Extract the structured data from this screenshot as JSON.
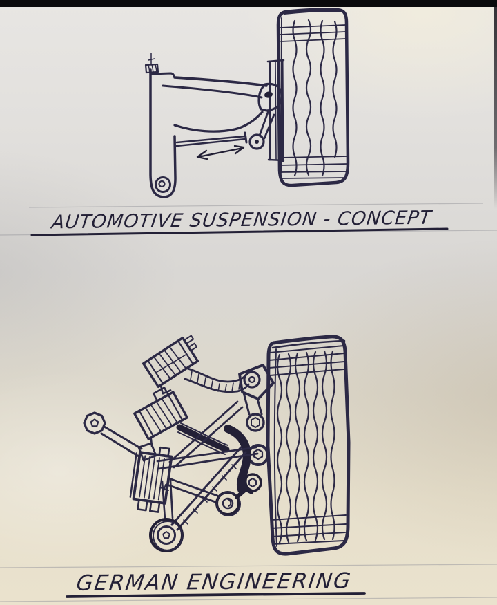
{
  "captions": {
    "top": {
      "text": "AUTOMOTIVE SUSPENSION - CONCEPT"
    },
    "bottom": {
      "text": "GERMAN ENGINEERING"
    }
  },
  "sketches": {
    "top": {
      "name": "simple-suspension-concept-sketch"
    },
    "bottom": {
      "name": "complex-german-suspension-sketch"
    }
  },
  "colors": {
    "ink": "#2c2945",
    "ink-heavy": "#232036",
    "paper-rule": "#9b9aa0",
    "photo-bar": "#0a0a0c"
  }
}
